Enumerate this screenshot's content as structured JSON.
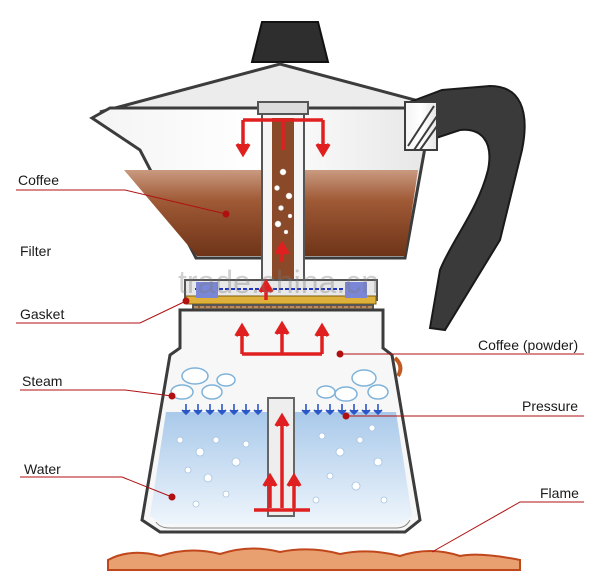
{
  "labels": {
    "coffee": "Coffee",
    "filter": "Filter",
    "gasket": "Gasket",
    "steam": "Steam",
    "water": "Water",
    "coffee_powder": "Coffee (powder)",
    "pressure": "Pressure",
    "flame": "Flame"
  },
  "watermark": "trade.china.cn",
  "colors": {
    "coffee": "#8b4a2b",
    "coffee_powder": "#b98b5e",
    "water": "#cfe0f2",
    "steam": "#9ecbe8",
    "flow_arrows": "#e02020",
    "pressure_arrows": "#2b57c8",
    "metal": "#444444",
    "handle": "#3a3a3a",
    "flame": "#c0471c"
  }
}
